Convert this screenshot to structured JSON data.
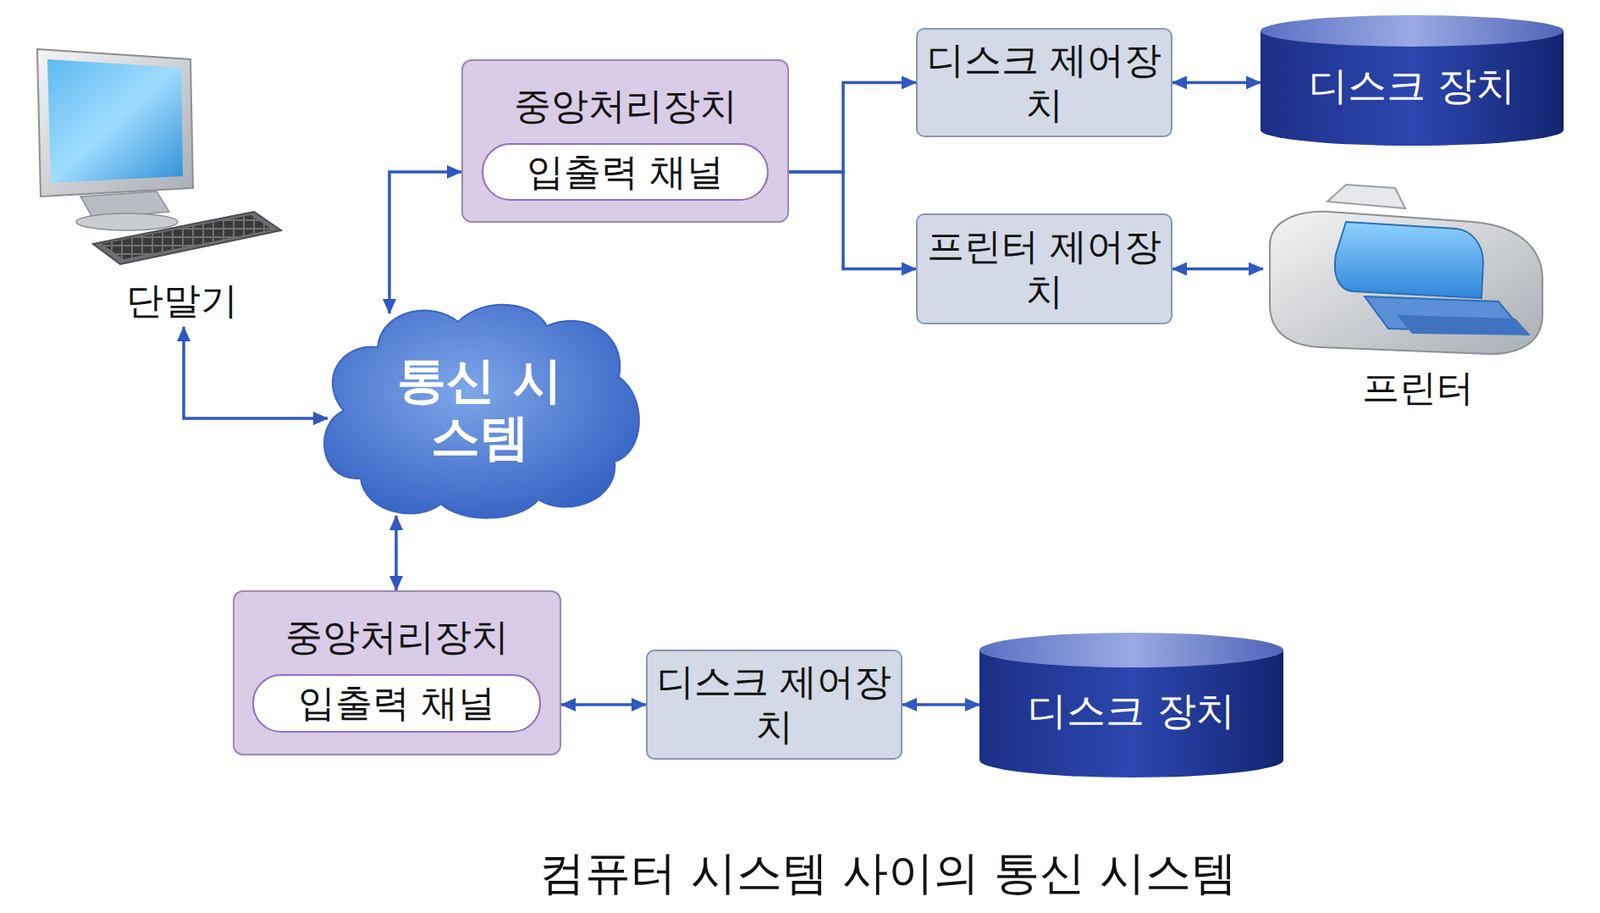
{
  "diagram": {
    "caption": "컴퓨터 시스템 사이의 통신 시스템",
    "nodes": [
      {
        "text": [
          "단말기"
        ]
      },
      {
        "text": [
          "중앙처리장치"
        ]
      },
      {
        "text": [
          "입출력 채널"
        ],
        "in": 1
      },
      {
        "text": [
          "디스크 제어장치"
        ]
      },
      {
        "text": [
          "디스크 장치"
        ]
      },
      {
        "text": [
          "프린터 제어장치"
        ]
      },
      {
        "text": [
          "프린터"
        ]
      },
      {
        "text": [
          "통신 시스템"
        ]
      },
      {
        "text": [
          "중앙처리장치"
        ]
      },
      {
        "text": [
          "입출력 채널"
        ],
        "in": 8
      },
      {
        "text": [
          "디스크 제어장치"
        ]
      },
      {
        "text": [
          "디스크 장치"
        ]
      }
    ],
    "edges": [
      {
        "from": 0,
        "to": 7,
        "arrow": "both"
      },
      {
        "from": 2,
        "to": 3,
        "arrow": "both"
      },
      {
        "from": 2,
        "to": 5,
        "arrow": "both"
      },
      {
        "from": 3,
        "to": 4,
        "arrow": "both"
      },
      {
        "from": 5,
        "to": 6,
        "arrow": "both"
      },
      {
        "from": 7,
        "to": 1,
        "arrow": "both"
      },
      {
        "from": 7,
        "to": 8,
        "arrow": "both"
      },
      {
        "from": 8,
        "to": 10,
        "arrow": "both"
      },
      {
        "from": 10,
        "to": 11,
        "arrow": "both"
      }
    ]
  }
}
